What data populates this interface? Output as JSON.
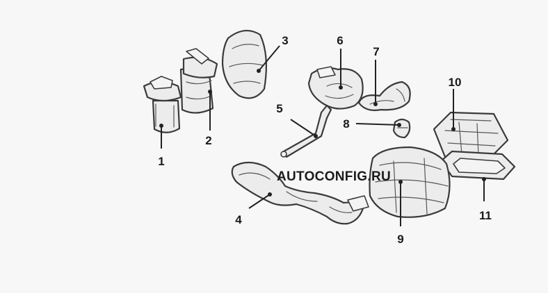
{
  "watermark": "AUTOCONFIG.RU",
  "callouts": [
    {
      "id": "1",
      "label": "1"
    },
    {
      "id": "2",
      "label": "2"
    },
    {
      "id": "3",
      "label": "3"
    },
    {
      "id": "4",
      "label": "4"
    },
    {
      "id": "5",
      "label": "5"
    },
    {
      "id": "6",
      "label": "6"
    },
    {
      "id": "7",
      "label": "7"
    },
    {
      "id": "8",
      "label": "8"
    },
    {
      "id": "9",
      "label": "9"
    },
    {
      "id": "10",
      "label": "10"
    },
    {
      "id": "11",
      "label": "11"
    }
  ]
}
